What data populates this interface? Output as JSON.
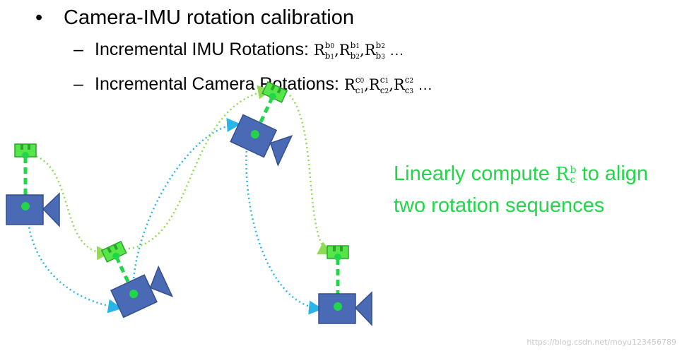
{
  "bullet": {
    "symbol": "•",
    "text": "Camera-IMU rotation calibration"
  },
  "items": [
    {
      "dash": "–",
      "label": "Incremental IMU Rotations: ",
      "terms": [
        {
          "base": "R",
          "sup": "b",
          "sup_sub": "0",
          "sub": "b",
          "sub_sub": "1"
        },
        {
          "base": "R",
          "sup": "b",
          "sup_sub": "1",
          "sub": "b",
          "sub_sub": "2"
        },
        {
          "base": "R",
          "sup": "b",
          "sup_sub": "2",
          "sub": "b",
          "sub_sub": "3"
        }
      ],
      "ellipsis": "…"
    },
    {
      "dash": "–",
      "label": "Incremental Camera Rotations: ",
      "terms": [
        {
          "base": "R",
          "sup": "c",
          "sup_sub": "0",
          "sub": "c",
          "sub_sub": "1"
        },
        {
          "base": "R",
          "sup": "c",
          "sup_sub": "1",
          "sub": "c",
          "sub_sub": "2"
        },
        {
          "base": "R",
          "sup": "c",
          "sup_sub": "2",
          "sub": "c",
          "sub_sub": "3"
        }
      ],
      "ellipsis": "…"
    }
  ],
  "note": {
    "line1_before": "Linearly compute ",
    "math_base": "R",
    "math_sup": "b",
    "math_sub": "c",
    "line1_after": " to align",
    "line2": "two rotation sequences"
  },
  "colors": {
    "camera_body": "#4a6ab5",
    "imu": "#55e64a",
    "imu_link": "#22d64a",
    "imu_path": "#8edc52",
    "camera_path": "#2ab5e8",
    "note_text": "#22d64a"
  },
  "watermark": "https://blog.csdn.net/moyu123456789"
}
